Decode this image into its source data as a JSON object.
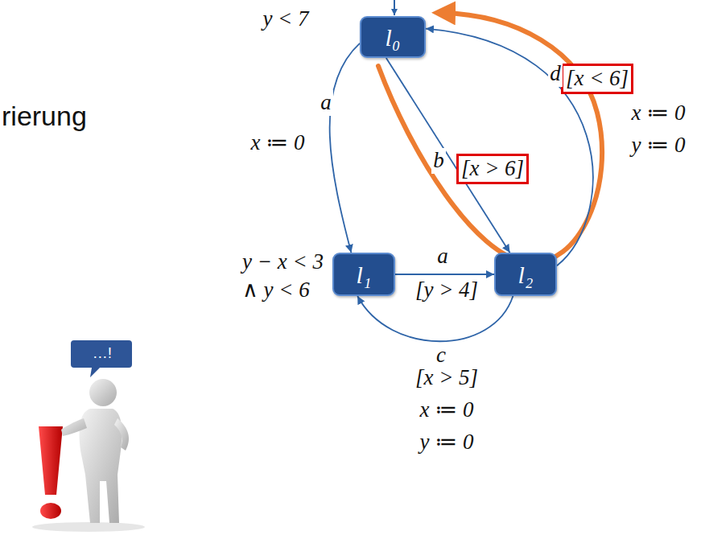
{
  "diagram": {
    "nodes": [
      {
        "text": [
          "l₀"
        ]
      },
      {
        "text": [
          "l₁"
        ]
      },
      {
        "text": [
          "l₂"
        ]
      }
    ],
    "edges": [
      {
        "from": 0,
        "to": 1,
        "arrow": "to",
        "label": "a"
      },
      {
        "from": 0,
        "to": 2,
        "arrow": "to",
        "label": "b"
      },
      {
        "from": 2,
        "to": 0,
        "arrow": "to",
        "label": "d"
      },
      {
        "from": 1,
        "to": 2,
        "arrow": "to",
        "label": "a"
      },
      {
        "from": 2,
        "to": 1,
        "arrow": "to",
        "label": "c"
      }
    ],
    "labels": [
      "rierung",
      "y < 7",
      "x ≔ 0",
      "[x > 6]",
      "[x < 6]",
      "x ≔ 0",
      "y ≔ 0",
      "y − x < 3",
      "∧ y < 6",
      "[y > 4]",
      "[x > 5]",
      "x ≔ 0",
      "y ≔ 0",
      "…!"
    ]
  }
}
